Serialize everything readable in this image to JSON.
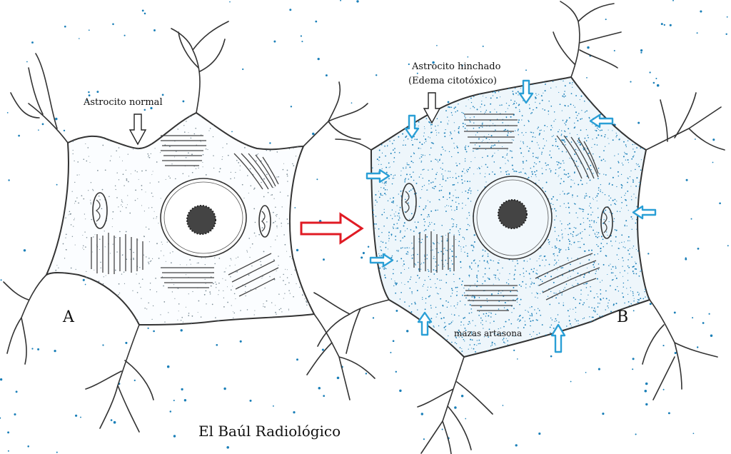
{
  "labels": {
    "normal": "Astrocito normal",
    "swollen_line1": "Astrocito hinchado",
    "swollen_line2": "(Edema citotóxico)",
    "letter_a": "A",
    "letter_b": "B",
    "signature": "mazas artasona",
    "footer": "El Baúl Radiológico"
  },
  "colors": {
    "ink": "#333333",
    "stipple": "#1a7fb8",
    "blue_arrow": "#2a9fd6",
    "red_arrow": "#e01b24"
  }
}
